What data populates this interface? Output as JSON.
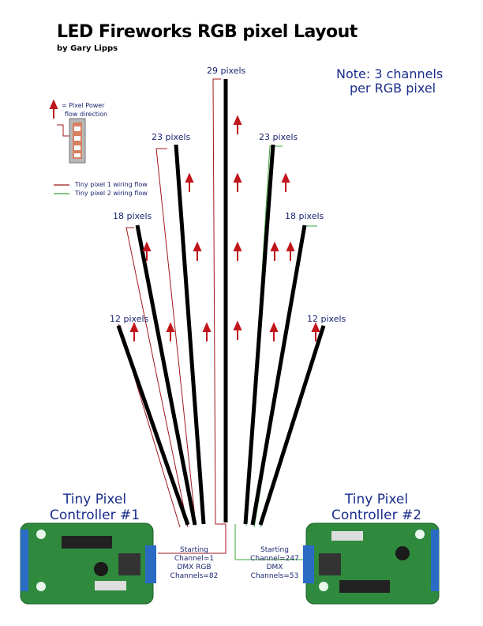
{
  "title": "LED Fireworks RGB pixel Layout",
  "author": "by Gary Lipps",
  "note": {
    "line1": "Note:  3 channels",
    "line2": "per RGB pixel"
  },
  "legend": {
    "power_line1": "= Pixel Power",
    "power_line2": "flow direction",
    "tp1_flow": "Tiny pixel 1 wiring flow",
    "tp2_flow": "Tiny pixel 2 wiring flow"
  },
  "strips": {
    "center": "29 pixels",
    "left23": "23 pixels",
    "right23": "23 pixels",
    "left18": "18 pixels",
    "right18": "18 pixels",
    "left12": "12 pixels",
    "right12": "12 pixels"
  },
  "controller1": {
    "title_line1": "Tiny Pixel",
    "title_line2": "Controller #1",
    "info": [
      "Starting",
      "Channel=1",
      "DMX RGB",
      "Channels=82"
    ]
  },
  "controller2": {
    "title_line1": "Tiny Pixel",
    "title_line2": "Controller #2",
    "info": [
      "Starting",
      "Channel=247",
      "DMX",
      "Channels=53"
    ]
  },
  "colors": {
    "strip": "#000000",
    "arrow": "#c0161b",
    "tp1_wire": "#a0181c",
    "tp2_wire": "#3aa63a",
    "text_blue": "#1a2d8c",
    "board": "#2f8a3e",
    "terminal": "#2a6bc4"
  }
}
